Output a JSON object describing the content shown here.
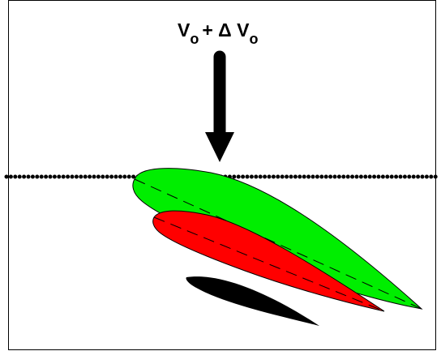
{
  "label": {
    "main": "V",
    "sub1": "o",
    "op": "+ Δ V",
    "sub2": "o"
  },
  "colors": {
    "background": "#ffffff",
    "border": "#000000",
    "arrow": "#000000",
    "dotted_line": "#000000",
    "airfoil_upper": "#00ee00",
    "airfoil_middle": "#ff0000",
    "airfoil_lower": "#000000",
    "chord_line": "#000000"
  }
}
